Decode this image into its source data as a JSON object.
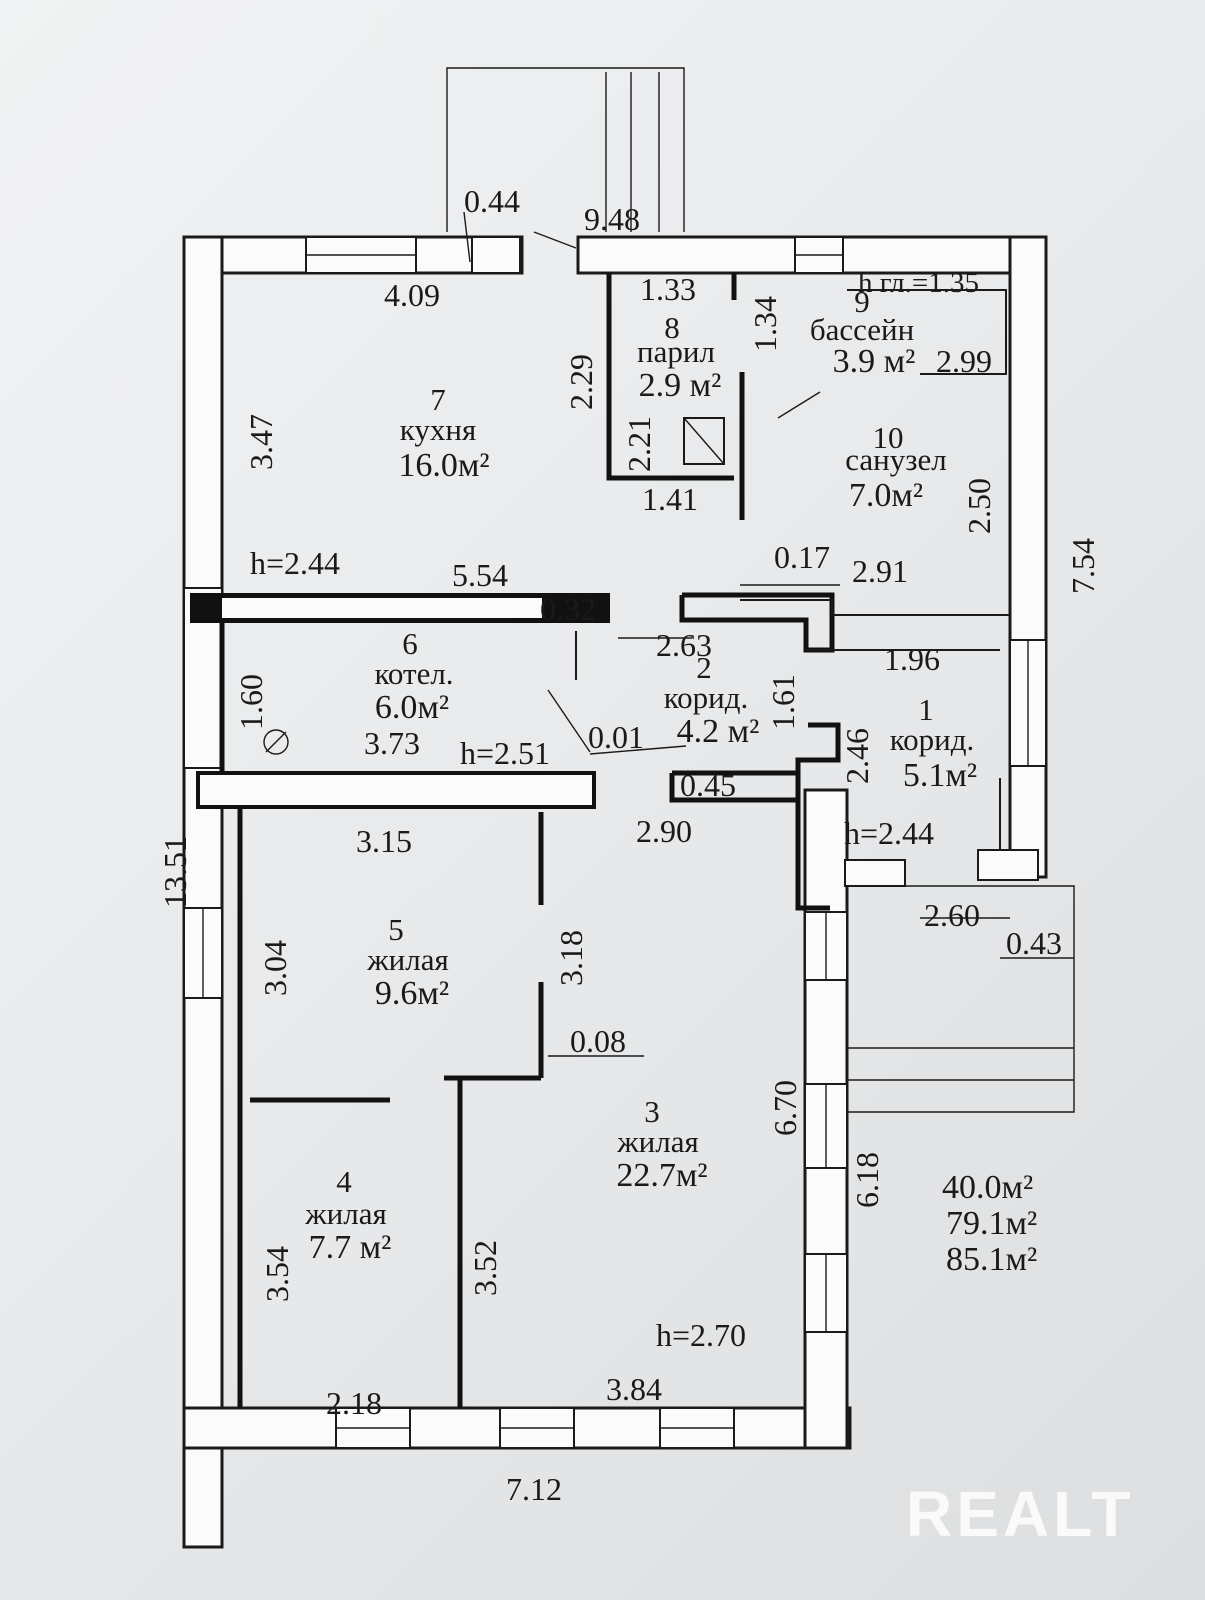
{
  "plan": {
    "rooms": [
      {
        "id": "kitchen",
        "number": "7",
        "name": "кухня",
        "area": "16.0м²"
      },
      {
        "id": "steam",
        "number": "8",
        "name": "парил",
        "area": "2.9 м²"
      },
      {
        "id": "pool",
        "number": "9",
        "name": "бассейн",
        "area": "3.9 м²"
      },
      {
        "id": "bath",
        "number": "10",
        "name": "санузел",
        "area": "7.0м²"
      },
      {
        "id": "boiler",
        "number": "6",
        "name": "котел.",
        "area": "6.0м²"
      },
      {
        "id": "corr2",
        "number": "2",
        "name": "корид.",
        "area": "4.2 м²"
      },
      {
        "id": "corr1",
        "number": "1",
        "name": "корид.",
        "area": "5.1м²"
      },
      {
        "id": "room5",
        "number": "5",
        "name": "жилая",
        "area": "9.6м²"
      },
      {
        "id": "room4",
        "number": "4",
        "name": "жилая",
        "area": "7.7 м²"
      },
      {
        "id": "room3",
        "number": "3",
        "name": "жилая",
        "area": "22.7м²"
      }
    ],
    "heights": {
      "kitchen": "h=2.44",
      "corridor": "h=2.51",
      "entry": "h=2.44",
      "living": "h=2.70",
      "pool_depth": "h гл.=1.35"
    },
    "dimensions": {
      "d_0_44": "0.44",
      "d_9_48": "9.48",
      "d_4_09": "4.09",
      "d_1_33": "1.33",
      "d_1_34": "1.34",
      "d_2_29": "2.29",
      "d_2_99": "2.99",
      "d_3_47": "3.47",
      "d_2_21": "2.21",
      "d_1_41": "1.41",
      "d_2_50": "2.50",
      "d_7_54": "7.54",
      "d_5_54": "5.54",
      "d_0_17": "0.17",
      "d_2_91": "2.91",
      "d_0_32": "0.32",
      "d_2_63": "2.63",
      "d_1_96": "1.96",
      "d_1_60": "1.60",
      "d_1_61": "1.61",
      "d_3_73": "3.73",
      "d_0_01": "0.01",
      "d_2_46": "2.46",
      "d_0_45": "0.45",
      "d_13_51": "13.51",
      "d_3_15": "3.15",
      "d_2_90": "2.90",
      "d_2_60": "2.60",
      "d_0_43": "0.43",
      "d_3_04": "3.04",
      "d_3_18": "3.18",
      "d_0_08": "0.08",
      "d_6_70": "6.70",
      "d_6_18": "6.18",
      "d_3_54": "3.54",
      "d_3_52": "3.52",
      "d_2_18": "2.18",
      "d_3_84": "3.84",
      "d_7_12": "7.12"
    },
    "totals": [
      "40.0м²",
      "79.1м²",
      "85.1м²"
    ]
  },
  "watermark": "REALT"
}
